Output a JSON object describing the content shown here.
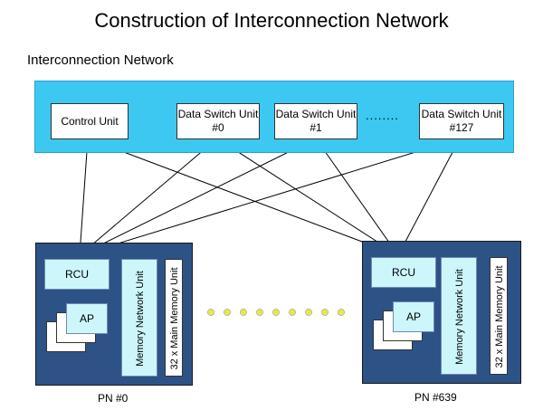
{
  "title": "Construction of Interconnection Network",
  "subtitle": "Interconnection Network",
  "network": {
    "control_unit": "Control Unit",
    "switch_units": [
      {
        "line1": "Data Switch Unit",
        "line2": "#0"
      },
      {
        "line1": "Data Switch Unit",
        "line2": "#1"
      },
      {
        "line1": "Data Switch Unit",
        "line2": "#127"
      }
    ],
    "ellipsis": "........"
  },
  "pn": [
    {
      "rcu": "RCU",
      "ap": "AP",
      "memory_network": "Memory Network Unit",
      "main_memory": "32 x Main Memory Unit",
      "label": "PN #0"
    },
    {
      "rcu": "RCU",
      "ap": "AP",
      "memory_network": "Memory Network Unit",
      "main_memory": "32 x Main Memory Unit",
      "label": "PN #639"
    }
  ],
  "colors": {
    "network_bg": "#3cc8f0",
    "pn_bg": "#2d5286",
    "light_cyan": "#ccf6fa",
    "dot": "#e8e84a"
  }
}
